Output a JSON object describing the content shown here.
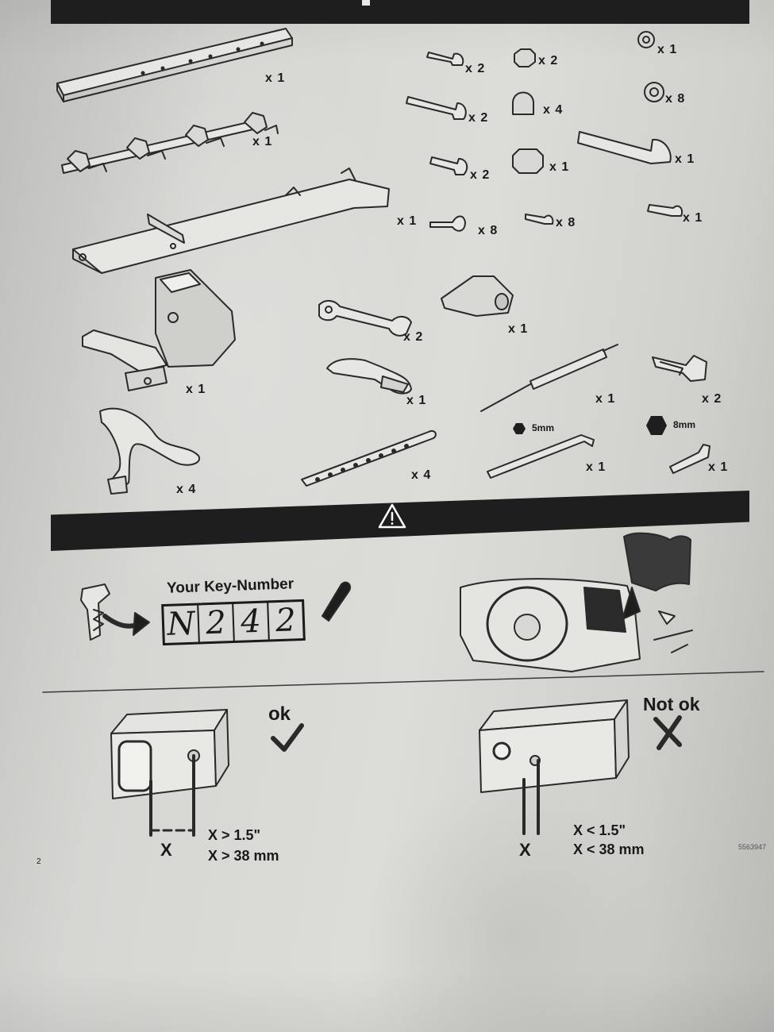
{
  "parts": {
    "rail": "x 1",
    "tray_bar": "x 1",
    "main_arm": "x 1",
    "head_unit": "x 1",
    "frame_holder": "x 4",
    "wrench": "x 2",
    "hex_key_tool": "x 1",
    "strap": "x 4",
    "pad_block": "x 1",
    "gas_spring": "x 1",
    "keys": "x 2",
    "allen_5": "x 1",
    "allen_8": "x 1",
    "allen_5_size": "5mm",
    "allen_8_size": "8mm"
  },
  "hardware": {
    "bolt_a": "x 2",
    "bolt_b": "x 2",
    "bolt_c": "x 2",
    "bolt_d": "x 8",
    "nut_a": "x 2",
    "cap_nut": "x 4",
    "lock_nut": "x 1",
    "small_bolt": "x 8",
    "washer_a": "x 1",
    "washer_b": "x 8",
    "pin": "x 1",
    "small_pin": "x 1"
  },
  "warning": {
    "icon": "warning-triangle-icon"
  },
  "key_number": {
    "title": "Your Key-Number",
    "digits": [
      "N",
      "2",
      "4",
      "2"
    ]
  },
  "hitch": {
    "ok_label": "ok",
    "ok_x": "X",
    "ok_line1": "X > 1.5\"",
    "ok_line2": "X > 38 mm",
    "not_ok_label": "Not ok",
    "not_ok_x": "X",
    "not_ok_line1": "X < 1.5\"",
    "not_ok_line2": "X < 38 mm"
  },
  "footer": {
    "page_number": "2",
    "doc_code": "5563947"
  }
}
